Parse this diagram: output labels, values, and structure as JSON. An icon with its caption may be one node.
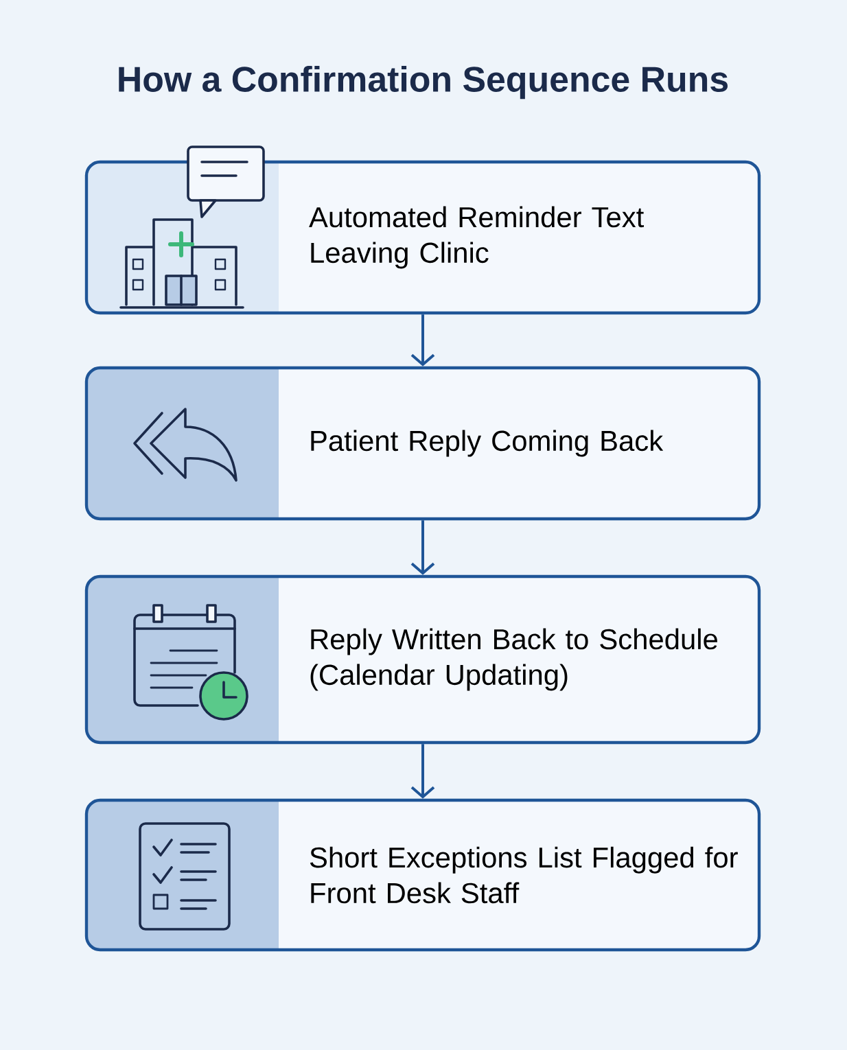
{
  "diagram": {
    "title": "How a Confirmation Sequence Runs",
    "nodes": [
      {
        "text": [
          "Automated Reminder Text Leaving Clinic"
        ]
      },
      {
        "text": [
          "Patient Reply Coming Back"
        ]
      },
      {
        "text": [
          "Reply Written Back to Schedule (Calendar Updating)"
        ]
      },
      {
        "text": [
          "Short Exceptions List Flagged for Front Desk Staff"
        ]
      }
    ],
    "edges": [
      {
        "from": 0,
        "to": 1,
        "arrow": "to"
      },
      {
        "from": 1,
        "to": 2,
        "arrow": "to"
      },
      {
        "from": 2,
        "to": 3,
        "arrow": "to"
      }
    ]
  }
}
